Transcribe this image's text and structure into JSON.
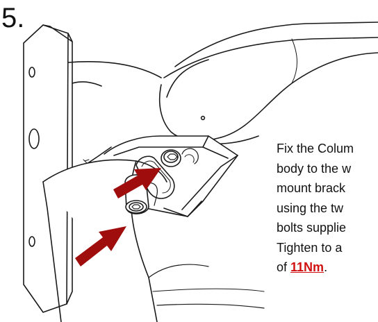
{
  "step": {
    "number": "5."
  },
  "instruction": {
    "lines": [
      "Fix the Colum",
      "body to the w",
      "mount brack",
      "using the tw",
      "bolts supplie",
      "Tighten to a"
    ],
    "last_line_prefix": "of ",
    "torque": "11Nm",
    "last_line_suffix": "."
  },
  "colors": {
    "arrow": "#a00d0d",
    "torque_text": "#d01010",
    "line_art": "#1a1a1a"
  },
  "icons": [
    "arrow-icon",
    "arrow-icon"
  ]
}
